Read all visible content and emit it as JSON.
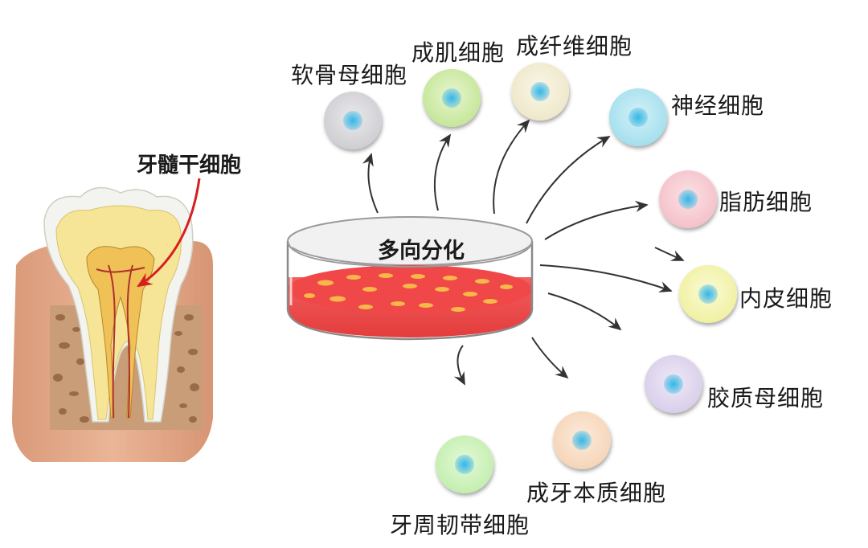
{
  "source_label": "牙髓干细胞",
  "dish_label": "多向分化",
  "colors": {
    "arrow": "#333333",
    "pointer_arrow": "#d62020",
    "medium": "#ee4a4a",
    "dots": "#f7b84a",
    "gum": "#e6a985",
    "bone": "#c99770",
    "enamel": "#f2f2f2",
    "dentin": "#f6e79a",
    "pulp": "#f0c65a"
  },
  "cells": [
    {
      "id": "chondrocyte",
      "label": "软骨母细胞",
      "color": "#d3d3d6"
    },
    {
      "id": "myoblast",
      "label": "成肌细胞",
      "color": "#c9e8a0"
    },
    {
      "id": "fibroblast",
      "label": "成纤维细胞",
      "color": "#f0ead0"
    },
    {
      "id": "neuron",
      "label": "神经细胞",
      "color": "#a7e2ef"
    },
    {
      "id": "adipocyte",
      "label": "脂肪细胞",
      "color": "#f6c4cc"
    },
    {
      "id": "endothelial",
      "label": "内皮细胞",
      "color": "#f2f2a6"
    },
    {
      "id": "glioblast",
      "label": "胶质母细胞",
      "color": "#dcd2ec"
    },
    {
      "id": "odontoblast",
      "label": "成牙本质细胞",
      "color": "#f7d8bd"
    },
    {
      "id": "pdl",
      "label": "牙周韧带细胞",
      "color": "#c7f0b4"
    }
  ]
}
